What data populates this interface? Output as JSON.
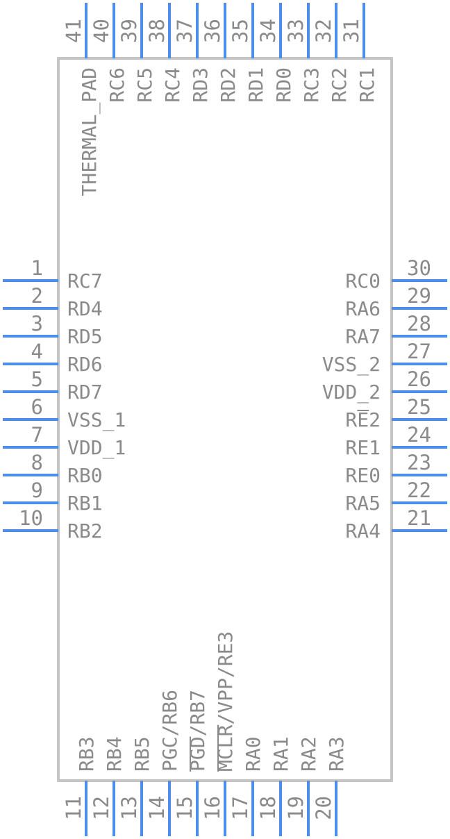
{
  "component": {
    "body_color": "#c4c4c4",
    "pin_color": "#4b8ee8",
    "text_color": "#8a8a8a"
  },
  "pins": {
    "left": [
      {
        "num": "1",
        "name": "RC7"
      },
      {
        "num": "2",
        "name": "RD4"
      },
      {
        "num": "3",
        "name": "RD5"
      },
      {
        "num": "4",
        "name": "RD6"
      },
      {
        "num": "5",
        "name": "RD7"
      },
      {
        "num": "6",
        "name": "VSS_1"
      },
      {
        "num": "7",
        "name": "VDD_1"
      },
      {
        "num": "8",
        "name": "RB0"
      },
      {
        "num": "9",
        "name": "RB1"
      },
      {
        "num": "10",
        "name": "RB2"
      }
    ],
    "right": [
      {
        "num": "30",
        "name": "RC0"
      },
      {
        "num": "29",
        "name": "RA6"
      },
      {
        "num": "28",
        "name": "RA7"
      },
      {
        "num": "27",
        "name": "VSS_2"
      },
      {
        "num": "26",
        "name": "VDD_2"
      },
      {
        "num": "25",
        "name": "RE2"
      },
      {
        "num": "24",
        "name": "RE1"
      },
      {
        "num": "23",
        "name": "RE0"
      },
      {
        "num": "22",
        "name": "RA5"
      },
      {
        "num": "21",
        "name": "RA4"
      }
    ],
    "top": [
      {
        "num": "41",
        "name": "THERMAL_PAD"
      },
      {
        "num": "40",
        "name": "RC6"
      },
      {
        "num": "39",
        "name": "RC5"
      },
      {
        "num": "38",
        "name": "RC4"
      },
      {
        "num": "37",
        "name": "RD3"
      },
      {
        "num": "36",
        "name": "RD2"
      },
      {
        "num": "35",
        "name": "RD1"
      },
      {
        "num": "34",
        "name": "RD0"
      },
      {
        "num": "33",
        "name": "RC3"
      },
      {
        "num": "32",
        "name": "RC2"
      },
      {
        "num": "31",
        "name": "RC1"
      }
    ],
    "bottom": [
      {
        "num": "11",
        "name": "RB3"
      },
      {
        "num": "12",
        "name": "RB4"
      },
      {
        "num": "13",
        "name": "RB5"
      },
      {
        "num": "14",
        "name": "PGC/RB6"
      },
      {
        "num": "15",
        "name": "PGD/RB7"
      },
      {
        "num": "16",
        "name": "MCLR/VPP/RE3"
      },
      {
        "num": "17",
        "name": "RA0"
      },
      {
        "num": "18",
        "name": "RA1"
      },
      {
        "num": "19",
        "name": "RA2"
      },
      {
        "num": "20",
        "name": "RA3"
      }
    ]
  }
}
